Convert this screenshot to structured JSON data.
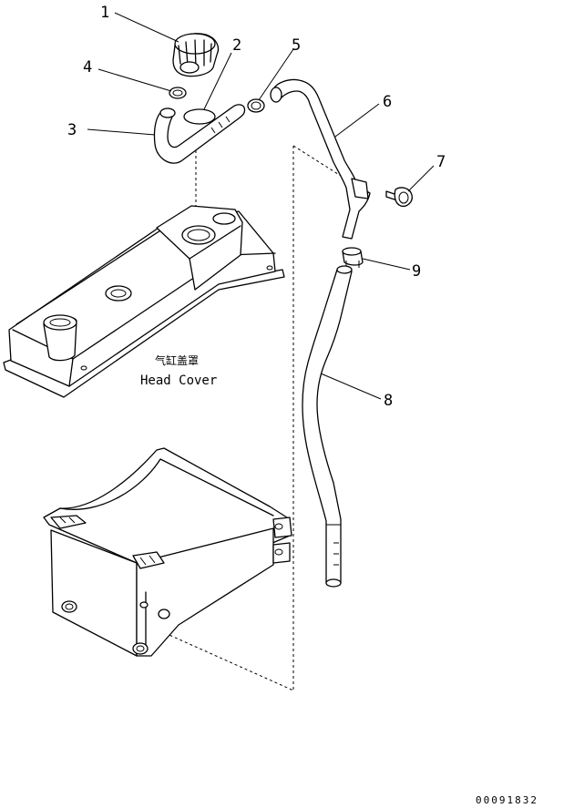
{
  "callouts": {
    "c1": "1",
    "c2": "2",
    "c3": "3",
    "c4": "4",
    "c5": "5",
    "c6": "6",
    "c7": "7",
    "c8": "8",
    "c9": "9"
  },
  "labels": {
    "head_cover_cn": "气缸盖罩",
    "head_cover_en": "Head Cover"
  },
  "document_number": "00091832"
}
